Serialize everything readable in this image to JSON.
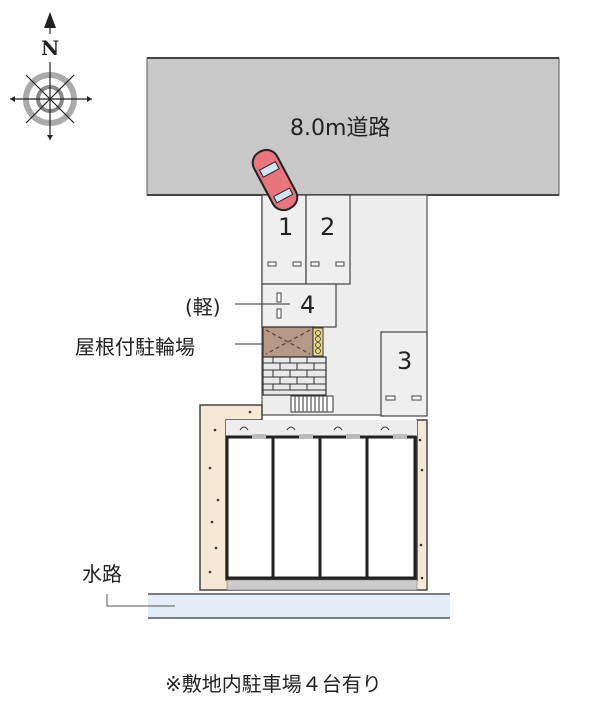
{
  "compass": {
    "letter": "N",
    "icon": "compass-rose-icon"
  },
  "road": {
    "label": "8.0m道路",
    "color": "#c8c8c9"
  },
  "parking": {
    "spots": [
      {
        "number": "1"
      },
      {
        "number": "2"
      },
      {
        "number": "3"
      },
      {
        "number": "4"
      }
    ],
    "spot_fill": "#efefef"
  },
  "labels": {
    "kei": "(軽)",
    "bicycle_parking": "屋根付駐輪場",
    "waterway": "水路"
  },
  "car": {
    "icon": "car-icon",
    "color": "#e8747c"
  },
  "footnote": "※敷地内駐車場４台有り"
}
